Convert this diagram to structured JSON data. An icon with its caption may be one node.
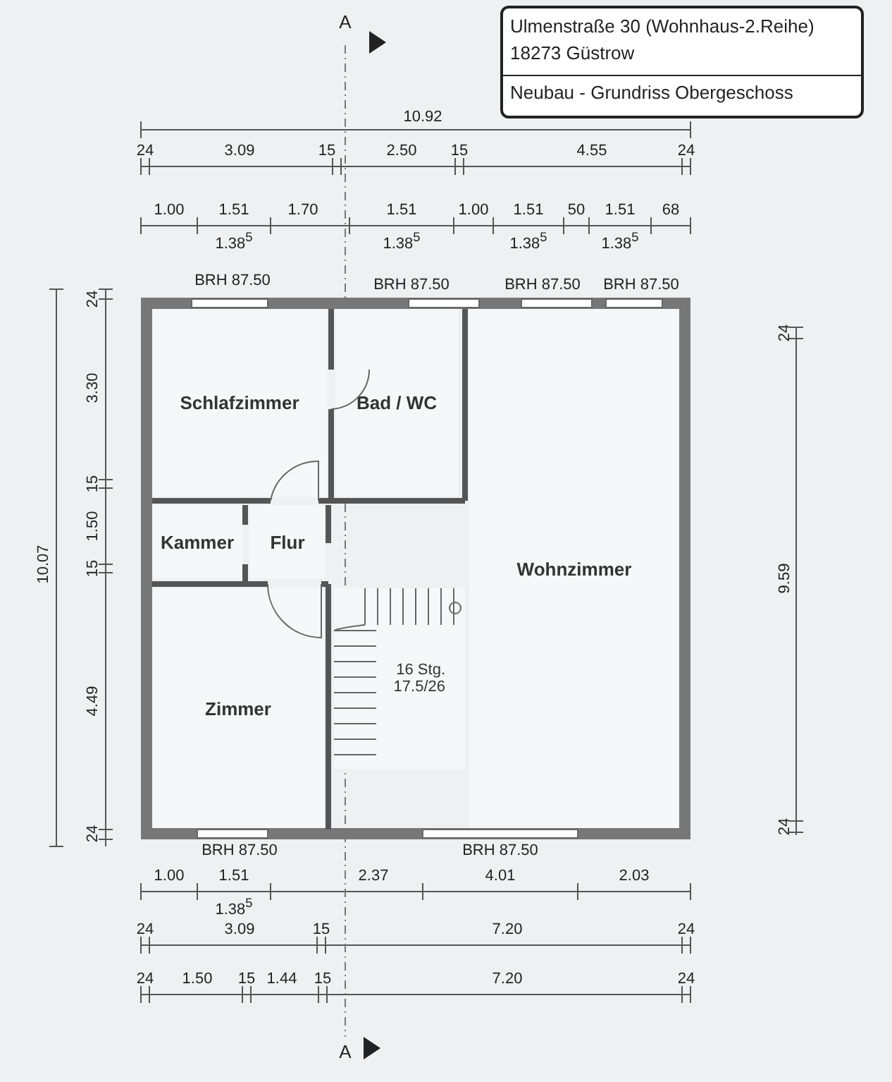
{
  "diagram": {
    "nodes": [
      {
        "text": [
          "Schlafzimmer"
        ]
      },
      {
        "text": [
          "Bad / WC"
        ]
      },
      {
        "text": [
          "Kammer"
        ]
      },
      {
        "text": [
          "Flur"
        ]
      },
      {
        "text": [
          "16 Stg.",
          "17.5/26"
        ]
      },
      {
        "text": [
          "Wohnzimmer"
        ]
      },
      {
        "text": [
          "Zimmer"
        ]
      }
    ],
    "edges": [],
    "labels": [
      "Ulmenstraße 30 (Wohnhaus-2.Reihe)",
      "18273 Güstrow",
      "Neubau - Grundriss Obergeschoss",
      "A",
      "10.92",
      "24",
      "3.09",
      "15",
      "2.50",
      "15",
      "4.55",
      "24",
      "1.00",
      "1.51",
      "1.38$^{5}$",
      "1.70",
      "1.51",
      "1.38$^{5}$",
      "1.00",
      "1.51",
      "1.38$^{5}$",
      "50",
      "1.51",
      "1.38$^{5}$",
      "68",
      "BRH 87.50",
      "BRH 87.50",
      "BRH 87.50",
      "BRH 87.50",
      "10.07",
      "24",
      "3.30",
      "15",
      "1.50",
      "15",
      "4.49",
      "24",
      "24",
      "9.59",
      "24",
      "BRH 87.50",
      "BRH 87.50",
      "1.00",
      "1.51",
      "1.38$^{5}$",
      "2.37",
      "4.01",
      "2.03",
      "24",
      "3.09",
      "15",
      "7.20",
      "24",
      "24",
      "1.50",
      "15",
      "1.44",
      "15",
      "7.20",
      "24",
      "A"
    ]
  }
}
